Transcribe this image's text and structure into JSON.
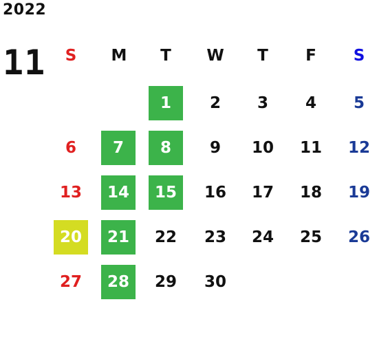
{
  "year": "2022",
  "month": "11",
  "weekdays": [
    "S",
    "M",
    "T",
    "W",
    "T",
    "F",
    "S"
  ],
  "weeks": [
    [
      {
        "d": "",
        "s": "blank"
      },
      {
        "d": "",
        "s": "blank"
      },
      {
        "d": "1",
        "s": "green"
      },
      {
        "d": "2",
        "s": "normal"
      },
      {
        "d": "3",
        "s": "normal"
      },
      {
        "d": "4",
        "s": "normal"
      },
      {
        "d": "5",
        "s": "sat"
      }
    ],
    [
      {
        "d": "6",
        "s": "sun"
      },
      {
        "d": "7",
        "s": "green"
      },
      {
        "d": "8",
        "s": "green"
      },
      {
        "d": "9",
        "s": "normal"
      },
      {
        "d": "10",
        "s": "normal"
      },
      {
        "d": "11",
        "s": "normal"
      },
      {
        "d": "12",
        "s": "sat"
      }
    ],
    [
      {
        "d": "13",
        "s": "sun"
      },
      {
        "d": "14",
        "s": "green"
      },
      {
        "d": "15",
        "s": "green"
      },
      {
        "d": "16",
        "s": "normal"
      },
      {
        "d": "17",
        "s": "normal"
      },
      {
        "d": "18",
        "s": "normal"
      },
      {
        "d": "19",
        "s": "sat"
      }
    ],
    [
      {
        "d": "20",
        "s": "yellow"
      },
      {
        "d": "21",
        "s": "green"
      },
      {
        "d": "22",
        "s": "normal"
      },
      {
        "d": "23",
        "s": "normal"
      },
      {
        "d": "24",
        "s": "normal"
      },
      {
        "d": "25",
        "s": "normal"
      },
      {
        "d": "26",
        "s": "sat"
      }
    ],
    [
      {
        "d": "27",
        "s": "sun"
      },
      {
        "d": "28",
        "s": "green"
      },
      {
        "d": "29",
        "s": "normal"
      },
      {
        "d": "30",
        "s": "normal"
      },
      {
        "d": "",
        "s": "blank"
      },
      {
        "d": "",
        "s": "blank"
      },
      {
        "d": "",
        "s": "blank"
      }
    ]
  ],
  "colors": {
    "sunday": "#e02020",
    "saturday": "#1a3a96",
    "saturday_header": "#1010e0",
    "highlight_green": "#3cb34a",
    "highlight_yellow": "#d4dc22"
  }
}
